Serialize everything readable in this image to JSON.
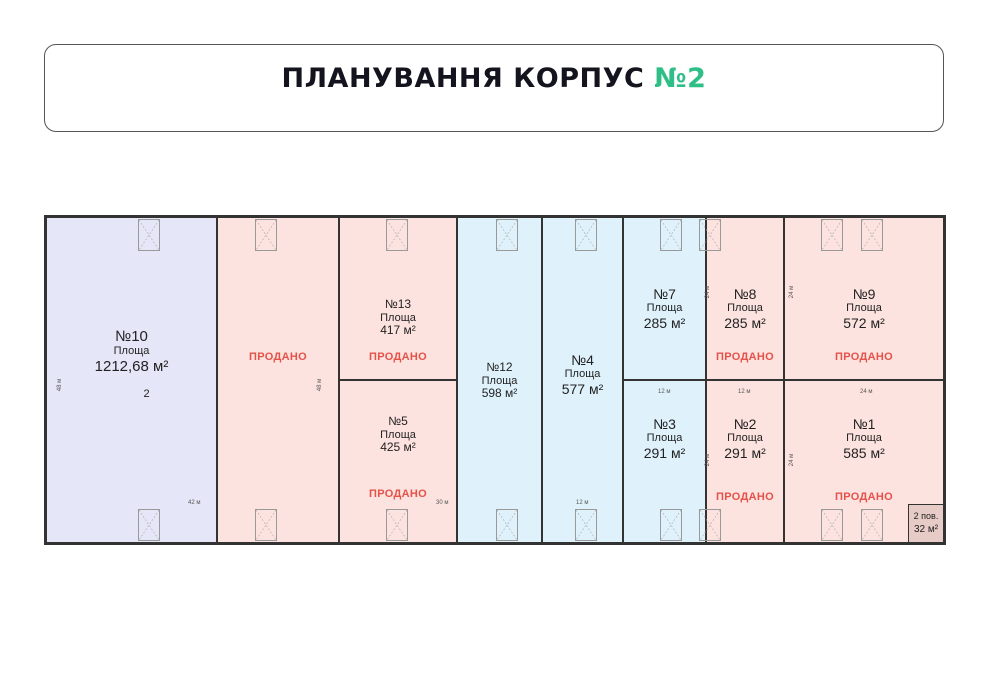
{
  "header": {
    "title_main": "ПЛАНУВАННЯ КОРПУС",
    "title_accent": "№2",
    "accent_color": "#2fbf86"
  },
  "legend_colors": {
    "sold": "#fde3df",
    "available": "#dff2fc",
    "large": "#e5e6f8",
    "sold_text": "#e5524a"
  },
  "units": [
    {
      "id": "10",
      "number": "№10",
      "area_label": "Площа",
      "area": "1212,68 м²",
      "note": "2",
      "sold": false
    },
    {
      "id": "x",
      "number": "",
      "area_label": "",
      "area": "",
      "sold": true,
      "sold_label": "ПРОДАНО"
    },
    {
      "id": "13",
      "number": "№13",
      "area_label": "Площа",
      "area": "417 м²",
      "sold": true,
      "sold_label": "ПРОДАНО"
    },
    {
      "id": "5",
      "number": "№5",
      "area_label": "Площа",
      "area": "425 м²",
      "sold": true,
      "sold_label": "ПРОДАНО"
    },
    {
      "id": "12",
      "number": "№12",
      "area_label": "Площа",
      "area": "598 м²",
      "sold": false
    },
    {
      "id": "4",
      "number": "№4",
      "area_label": "Площа",
      "area": "577 м²",
      "sold": false
    },
    {
      "id": "7",
      "number": "№7",
      "area_label": "Площа",
      "area": "285 м²",
      "sold": false
    },
    {
      "id": "3",
      "number": "№3",
      "area_label": "Площа",
      "area": "291 м²",
      "sold": false
    },
    {
      "id": "8",
      "number": "№8",
      "area_label": "Площа",
      "area": "285 м²",
      "sold": true,
      "sold_label": "ПРОДАНО"
    },
    {
      "id": "2",
      "number": "№2",
      "area_label": "Площа",
      "area": "291 м²",
      "sold": true,
      "sold_label": "ПРОДАНО"
    },
    {
      "id": "9",
      "number": "№9",
      "area_label": "Площа",
      "area": "572 м²",
      "sold": true,
      "sold_label": "ПРОДАНО"
    },
    {
      "id": "1",
      "number": "№1",
      "area_label": "Площа",
      "area": "585 м²",
      "sold": true,
      "sold_label": "ПРОДАНО"
    }
  ],
  "mezzanine": {
    "floor": "2 пов.",
    "area": "32 м²"
  },
  "dimensions": {
    "d48a": "48 м",
    "d48b": "48 м",
    "d42": "42 м",
    "d30": "30 м",
    "d12a": "12 м",
    "d12b": "12 м",
    "d12c": "12 м",
    "d24a": "24 м",
    "d24b": "24 м",
    "d24c": "24 м",
    "d24d": "24 м",
    "d24e": "24 м",
    "d24f": "24 м"
  }
}
